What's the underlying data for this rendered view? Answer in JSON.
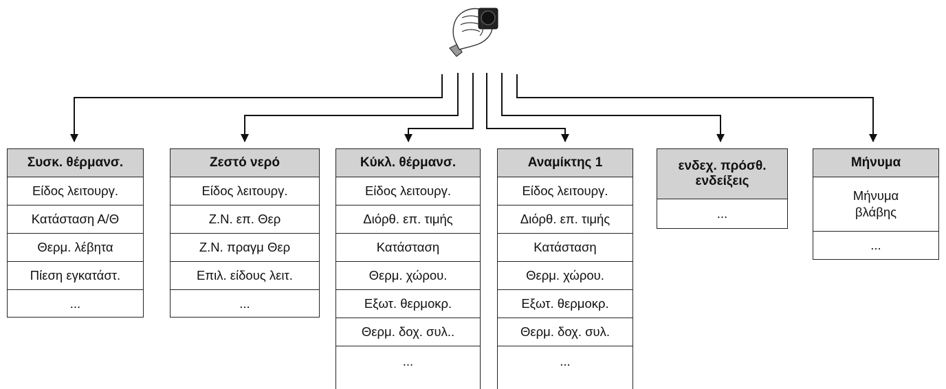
{
  "knob_icon": "hand-turning-rotary-knob-icon",
  "menus": [
    {
      "title": "Συσκ. θέρμανσ.",
      "items": [
        "Είδος λειτουργ.",
        "Κατάσταση Α/Θ",
        "Θερμ. λέβητα",
        "Πίεση εγκατάστ.",
        "..."
      ]
    },
    {
      "title": "Ζεστό νερό",
      "items": [
        "Είδος λειτουργ.",
        "Ζ.Ν. επ. Θερ",
        "Ζ.Ν. πραγμ Θερ",
        "Επιλ. είδους λειτ.",
        "..."
      ]
    },
    {
      "title": "Κύκλ. θέρμανσ.",
      "items": [
        "Είδος λειτουργ.",
        "Διόρθ. επ. τιμής",
        "Κατάσταση",
        "Θερμ. χώρου.",
        "Εξωτ. θερμοκρ.",
        "Θερμ. δοχ. συλ..",
        "..."
      ]
    },
    {
      "title": "Αναμίκτης 1",
      "items": [
        "Είδος λειτουργ.",
        "Διόρθ. επ. τιμής",
        "Κατάσταση",
        "Θερμ. χώρου.",
        "Εξωτ. θερμοκρ.",
        "Θερμ. δοχ. συλ.",
        "..."
      ]
    },
    {
      "title_lines": [
        "ενδεχ. πρόσθ.",
        "ενδείξεις"
      ],
      "items": [
        "..."
      ]
    },
    {
      "title": "Μήνυμα",
      "items_multiline": [
        [
          "Μήνυμα",
          "βλάβης"
        ]
      ],
      "items": [
        "..."
      ]
    }
  ]
}
